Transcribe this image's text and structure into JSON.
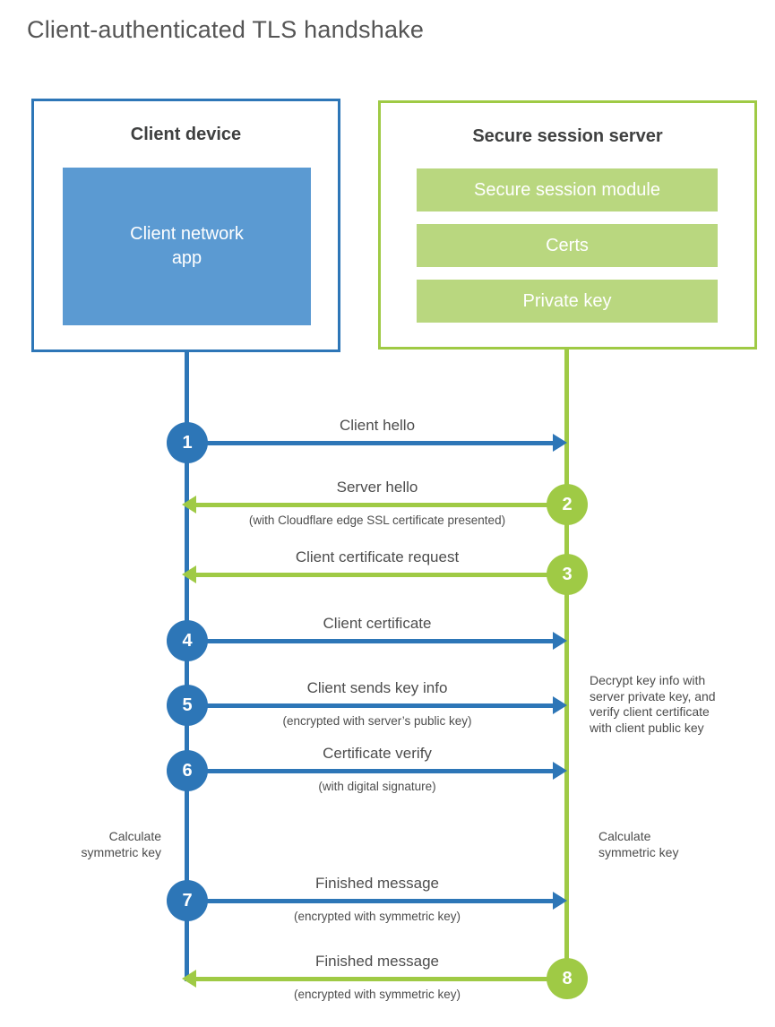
{
  "title": "Client-authenticated TLS handshake",
  "client": {
    "title": "Client device",
    "app_label": "Client network app"
  },
  "server": {
    "title": "Secure session server",
    "modules": [
      "Secure session module",
      "Certs",
      "Private key"
    ]
  },
  "messages": [
    {
      "number": "1",
      "from": "client",
      "to": "server",
      "label": "Client hello",
      "sublabel": ""
    },
    {
      "number": "2",
      "from": "server",
      "to": "client",
      "label": "Server hello",
      "sublabel": "(with Cloudflare edge SSL certificate presented)"
    },
    {
      "number": "3",
      "from": "server",
      "to": "client",
      "label": "Client certificate request",
      "sublabel": ""
    },
    {
      "number": "4",
      "from": "client",
      "to": "server",
      "label": "Client certificate",
      "sublabel": ""
    },
    {
      "number": "5",
      "from": "client",
      "to": "server",
      "label": "Client sends key info",
      "sublabel": "(encrypted with server’s public key)"
    },
    {
      "number": "6",
      "from": "client",
      "to": "server",
      "label": "Certificate verify",
      "sublabel": "(with digital signature)"
    },
    {
      "number": "7",
      "from": "client",
      "to": "server",
      "label": "Finished message",
      "sublabel": "(encrypted with symmetric key)"
    },
    {
      "number": "8",
      "from": "server",
      "to": "client",
      "label": "Finished message",
      "sublabel": "(encrypted with symmetric key)"
    }
  ],
  "annotations": {
    "decrypt_note": "Decrypt key info with server private key, and verify client certificate with client public key",
    "calculate_left": "Calculate symmetric key",
    "calculate_right": "Calculate symmetric key"
  },
  "colors": {
    "client_blue": "#2d76b7",
    "client_fill_blue": "#5b9ad2",
    "server_green": "#9fca45",
    "server_fill_green": "#b9d77f",
    "text_dark": "#4a4a4a"
  }
}
